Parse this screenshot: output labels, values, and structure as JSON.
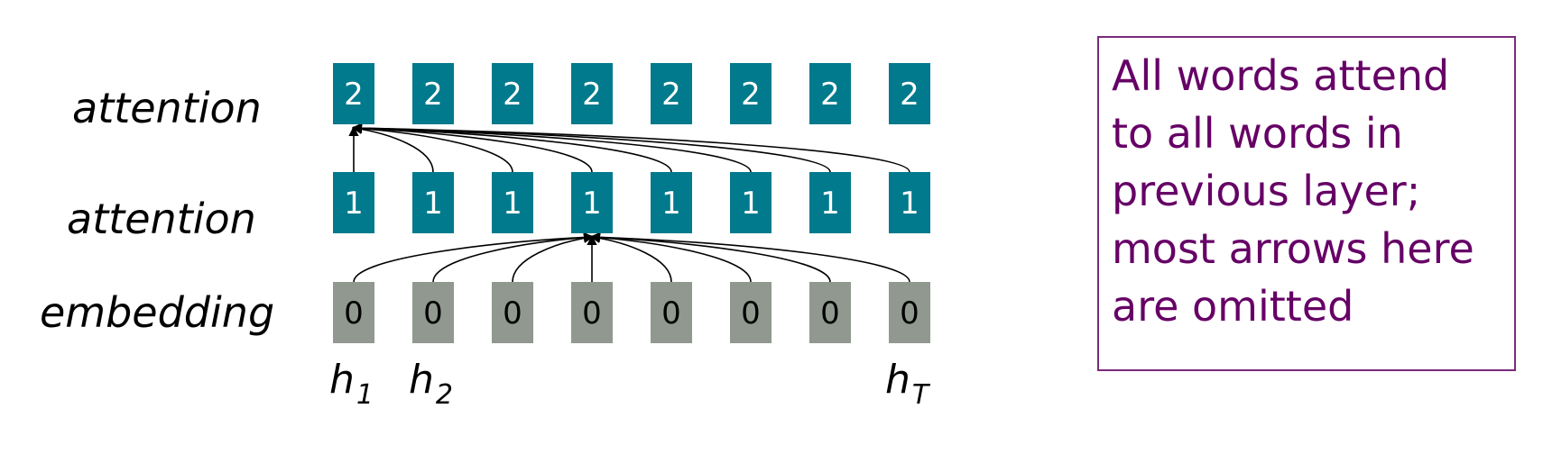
{
  "rows": [
    {
      "label": "attention",
      "cell_text": "2",
      "fill": "#007a8c",
      "text_color": "#ffffff"
    },
    {
      "label": "attention",
      "cell_text": "1",
      "fill": "#007a8c",
      "text_color": "#ffffff"
    },
    {
      "label": "embedding",
      "cell_text": "0",
      "fill": "#909890",
      "text_color": "#000000"
    }
  ],
  "token_count": 8,
  "hidden_labels": [
    {
      "column": 0,
      "base": "h",
      "sub": "1"
    },
    {
      "column": 1,
      "base": "h",
      "sub": "2"
    },
    {
      "column": 7,
      "base": "h",
      "sub": "T"
    }
  ],
  "arrows": [
    {
      "from_row": 1,
      "to_row": 0,
      "target_column": 0
    },
    {
      "from_row": 2,
      "to_row": 1,
      "target_column": 3
    }
  ],
  "note": {
    "lines": [
      "All words attend",
      "to all words in",
      "previous layer;",
      "most arrows here",
      "are omitted"
    ],
    "text_color": "#660066",
    "border_color": "#7a2a7a"
  }
}
